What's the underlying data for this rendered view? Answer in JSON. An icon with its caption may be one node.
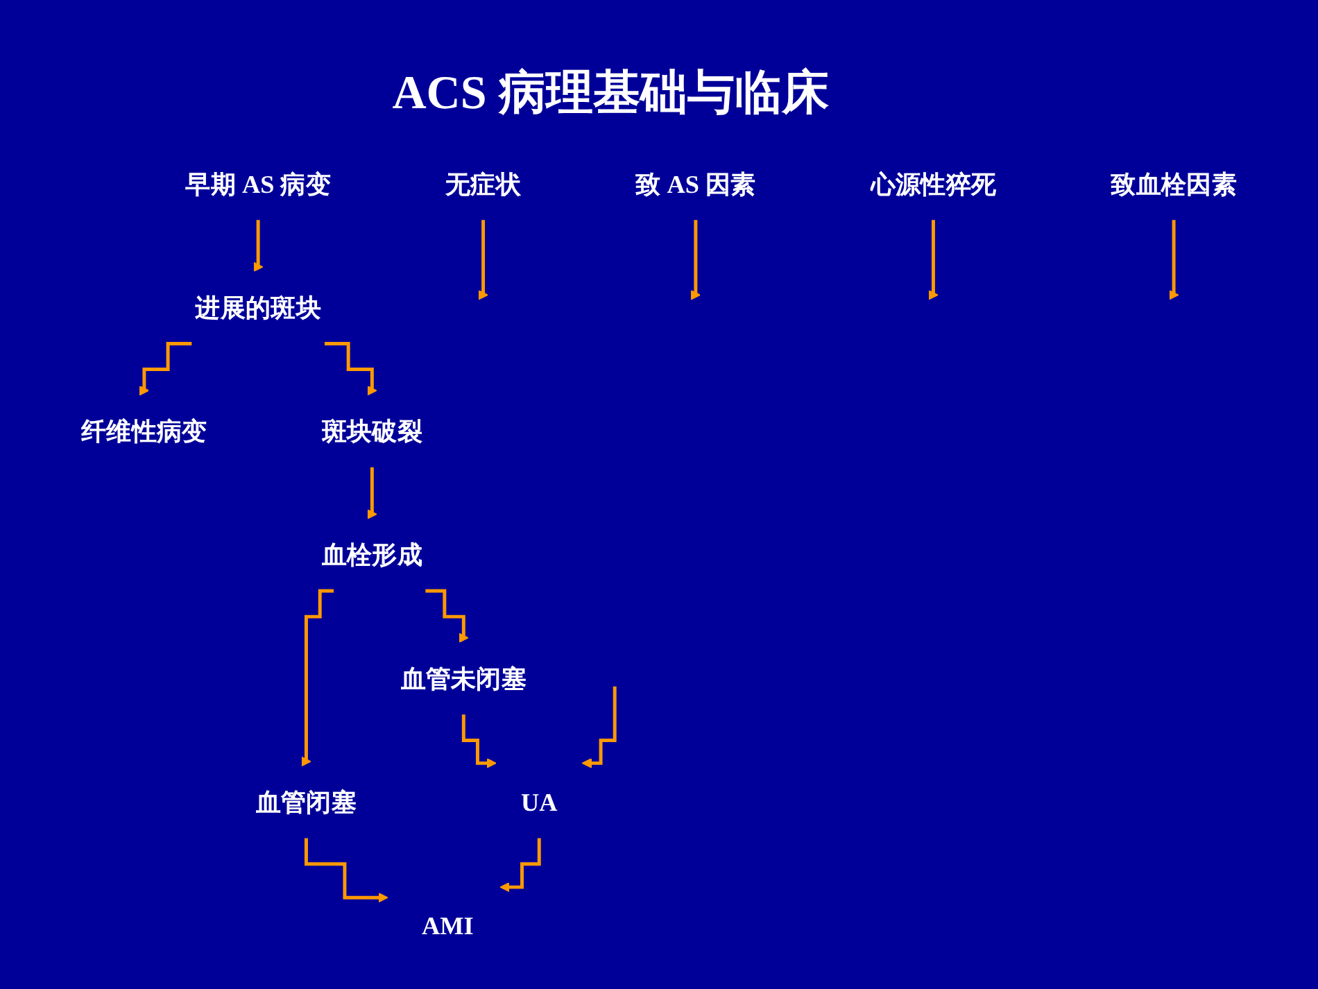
{
  "diagram": {
    "title": "ACS 病理基础与临床",
    "nodes": [
      {
        "text": [
          "早期 AS 病变"
        ]
      },
      {
        "text": [
          "进展的斑块"
        ]
      },
      {
        "text": [
          "纤维性病变"
        ]
      },
      {
        "text": [
          "斑块破裂"
        ]
      },
      {
        "text": [
          "血栓形成"
        ]
      },
      {
        "text": [
          "血管未闭塞"
        ]
      },
      {
        "text": [
          "血管闭塞"
        ]
      },
      {
        "text": [
          "无症状"
        ]
      },
      {
        "text": [
          "UA"
        ]
      },
      {
        "text": [
          "AMI"
        ]
      },
      {
        "text": [
          "心源性猝死"
        ]
      },
      {
        "text": [
          "致 AS 因素"
        ]
      },
      {
        "text": [
          "致血栓因素"
        ]
      }
    ],
    "edges": [
      {
        "from": 0,
        "to": 1,
        "arrow": "to"
      },
      {
        "from": 1,
        "to": 2,
        "arrow": "to"
      },
      {
        "from": 1,
        "to": 3,
        "arrow": "to"
      },
      {
        "from": 3,
        "to": 4,
        "arrow": "to"
      },
      {
        "from": 4,
        "to": 6,
        "arrow": "to"
      },
      {
        "from": 4,
        "to": 5,
        "arrow": "to"
      },
      {
        "from": 6,
        "to": 9,
        "arrow": "to"
      },
      {
        "from": 5,
        "to": 8,
        "arrow": "to"
      },
      {
        "from": 7,
        "to": null,
        "arrow": "to"
      },
      {
        "from": null,
        "to": 8,
        "arrow": "to"
      },
      {
        "from": 8,
        "to": 9,
        "arrow": "to"
      },
      {
        "from": 11,
        "to": null,
        "arrow": "to"
      },
      {
        "from": 10,
        "to": null,
        "arrow": "to"
      },
      {
        "from": 12,
        "to": null,
        "arrow": "to"
      }
    ]
  }
}
